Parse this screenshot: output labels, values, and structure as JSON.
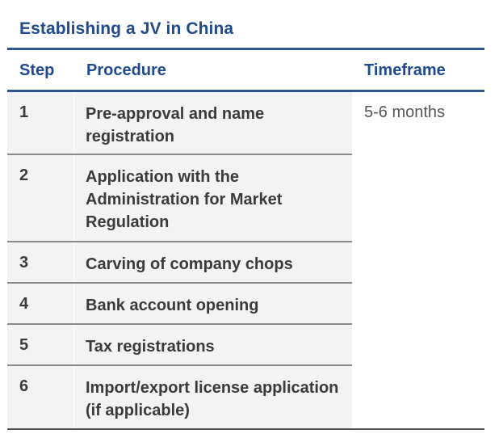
{
  "title": "Establishing a JV in China",
  "table": {
    "headers": {
      "step": "Step",
      "procedure": "Procedure",
      "timeframe": "Timeframe"
    },
    "timeframe_value": "5-6 months",
    "rows": [
      {
        "step": "1",
        "procedure": "Pre-approval and name registration"
      },
      {
        "step": "2",
        "procedure": "Application with the Administration for Market Regulation"
      },
      {
        "step": "3",
        "procedure": "Carving of company chops"
      },
      {
        "step": "4",
        "procedure": "Bank account opening"
      },
      {
        "step": "5",
        "procedure": "Tax registrations"
      },
      {
        "step": "6",
        "procedure": "Import/export license application (if applicable)"
      }
    ]
  },
  "colors": {
    "heading_blue": "#1f4a8c",
    "rule_blue": "#2b5597",
    "cell_gray": "#f3f3f6",
    "text_dark": "#3a3a3a"
  }
}
